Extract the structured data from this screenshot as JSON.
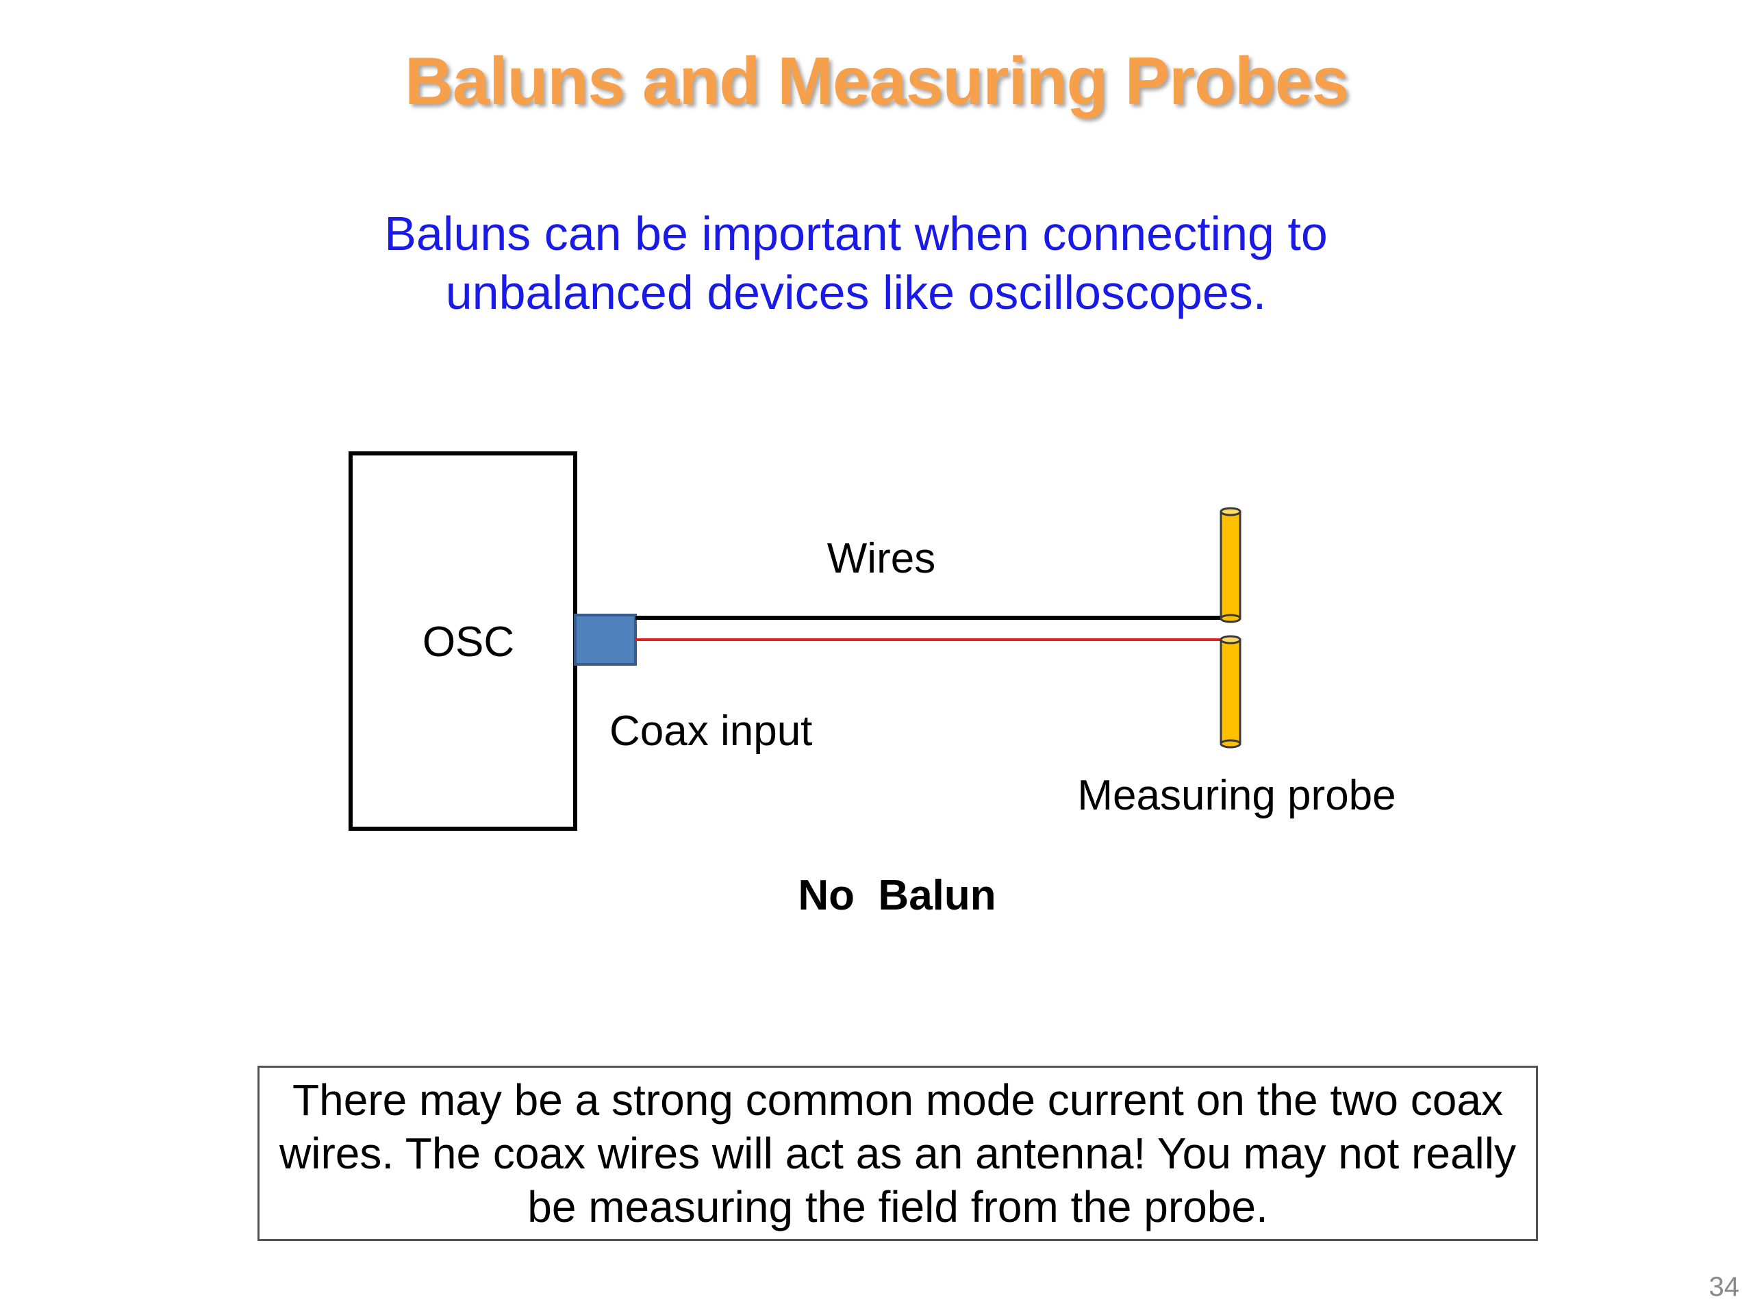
{
  "slide": {
    "title": "Baluns and Measuring Probes",
    "subtitle_lines": [
      "Baluns can be important when connecting to",
      "unbalanced devices like oscilloscopes."
    ],
    "page_number": "34"
  },
  "diagram": {
    "osc_label": "OSC",
    "wires_label": "Wires",
    "coax_input_label": "Coax input",
    "probe_label": "Measuring probe",
    "caption": "No  Balun"
  },
  "note": {
    "lines": [
      "There may be a strong common mode current on the two coax",
      "wires. The coax wires will act as an antenna! You may not really",
      "be measuring the field from the probe."
    ]
  },
  "colors": {
    "title": "#F7A04C",
    "subtitle": "#1A1AE6",
    "coax_connector": "#4F81BD",
    "red_wire": "#E02020",
    "probe": "#FFC000"
  }
}
